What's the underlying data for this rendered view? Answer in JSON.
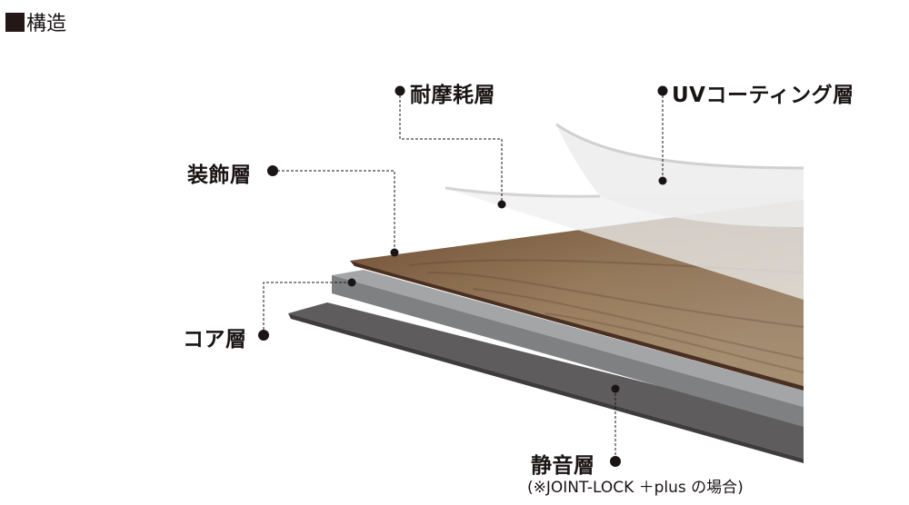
{
  "title": "構造",
  "layers": {
    "wear": {
      "label": "耐摩耗層"
    },
    "uv": {
      "label": "UVコーティング層"
    },
    "decor": {
      "label": "装飾層"
    },
    "core": {
      "label": "コア層"
    },
    "sound": {
      "label": "静音層",
      "note": "(※JOINT-LOCK ＋plus の場合)"
    }
  },
  "colors": {
    "ink": "#1a1414",
    "wood": "#7a5a3c",
    "core": "#a3a5a7",
    "core_side": "#8c8e90",
    "sound": "#5e5c5c",
    "film": "#ececec"
  }
}
